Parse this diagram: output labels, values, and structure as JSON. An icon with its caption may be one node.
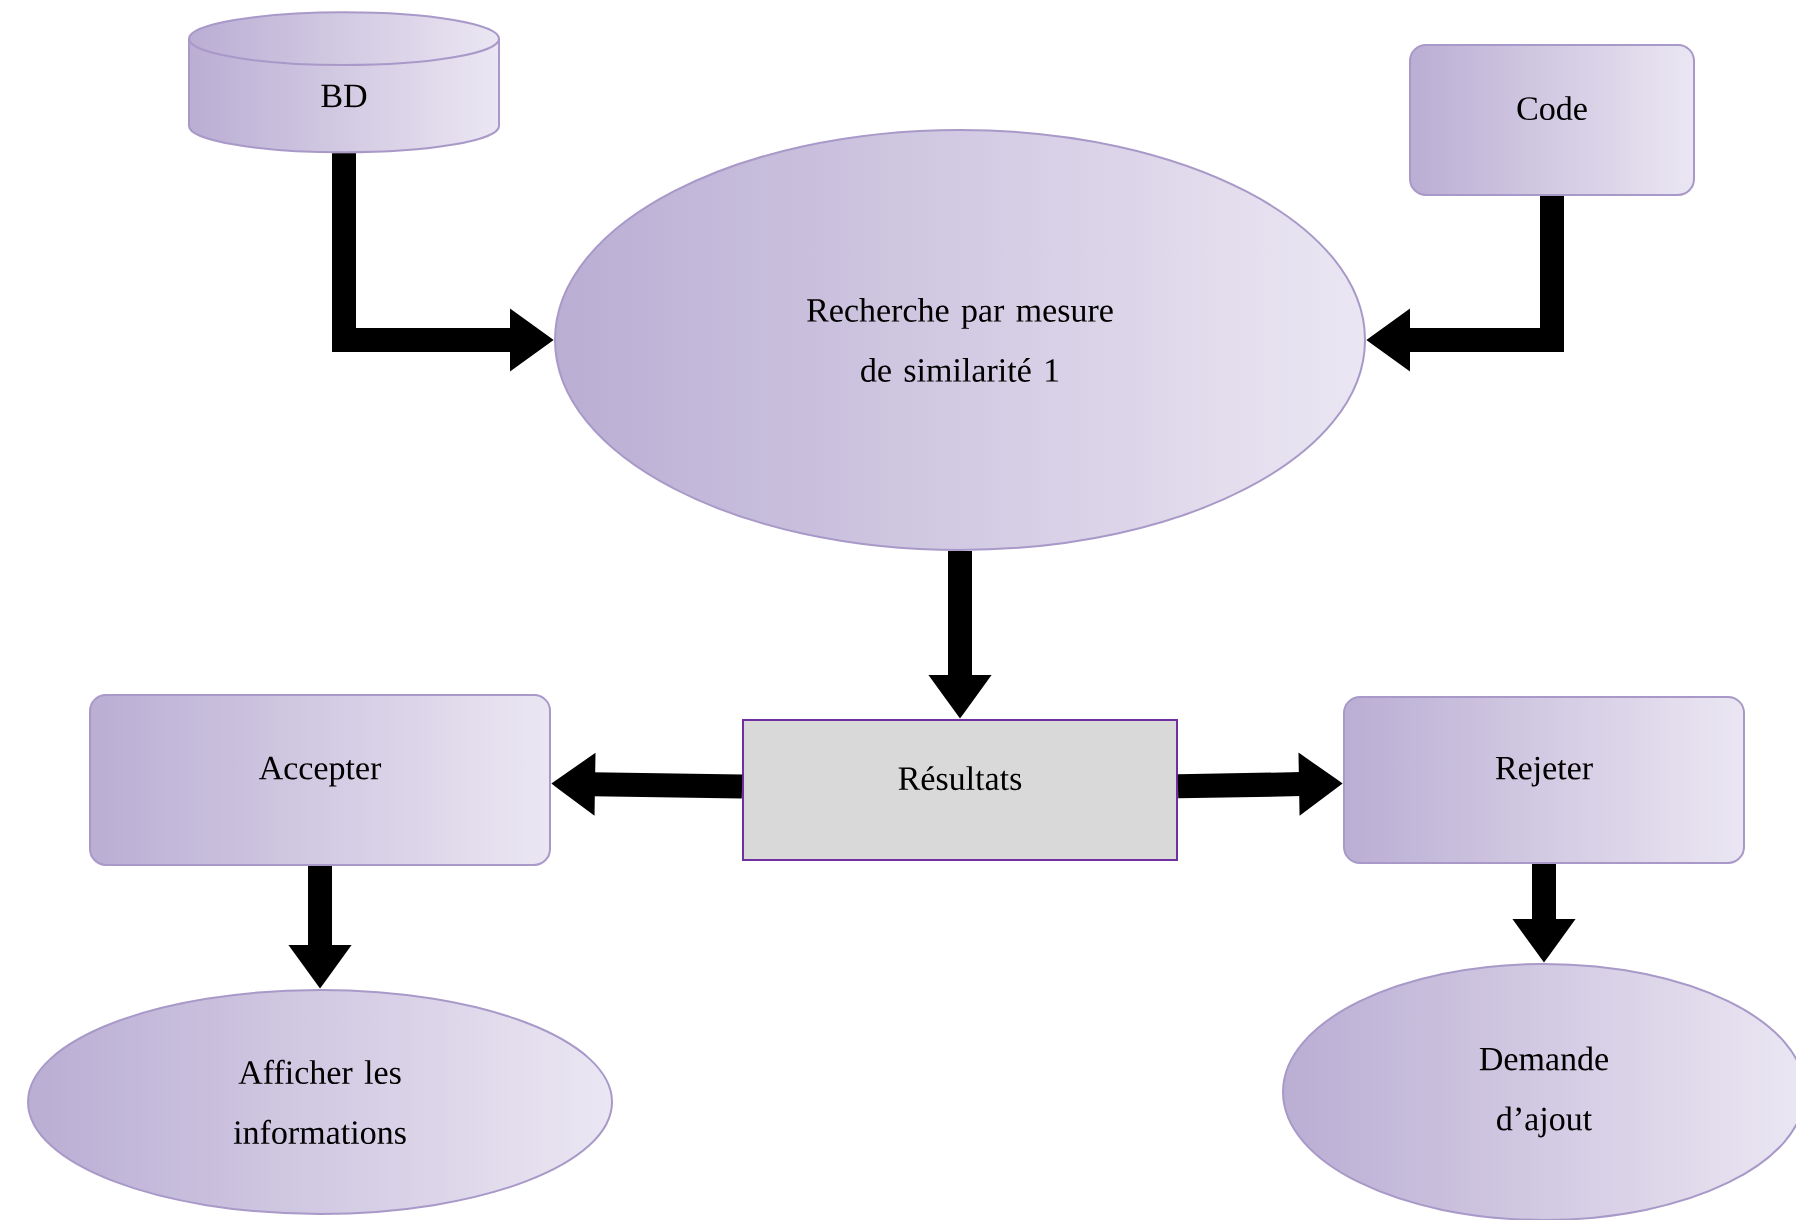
{
  "diagram": {
    "nodes": [
      {
        "text": [
          "BD"
        ]
      },
      {
        "text": [
          "Code"
        ]
      },
      {
        "text": [
          "Recherche par mesure de similarité 1"
        ]
      },
      {
        "text": [
          "Résultats"
        ]
      },
      {
        "text": [
          "Accepter"
        ]
      },
      {
        "text": [
          "Rejeter"
        ]
      },
      {
        "text": [
          "Afficher les informations"
        ]
      },
      {
        "text": [
          "Demande d’ajout"
        ]
      }
    ],
    "edges": [
      {
        "from": 0,
        "to": 2,
        "arrow": "to"
      },
      {
        "from": 1,
        "to": 2,
        "arrow": "to"
      },
      {
        "from": 2,
        "to": 3,
        "arrow": "to"
      },
      {
        "from": 3,
        "to": 4,
        "arrow": "to"
      },
      {
        "from": 3,
        "to": 5,
        "arrow": "to"
      },
      {
        "from": 4,
        "to": 6,
        "arrow": "to"
      },
      {
        "from": 5,
        "to": 7,
        "arrow": "to"
      }
    ]
  }
}
